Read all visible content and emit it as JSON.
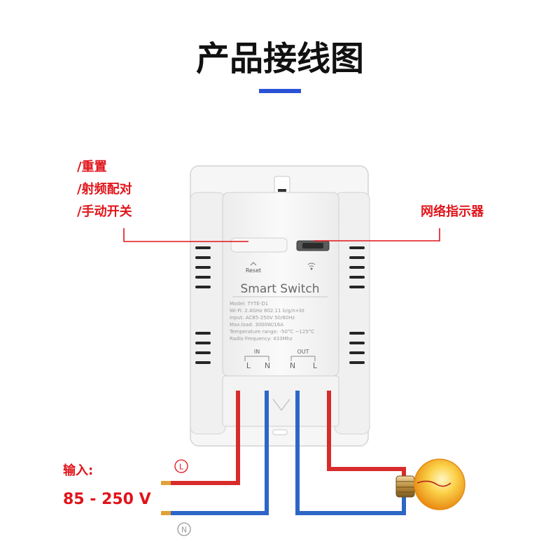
{
  "title": "产品接线图",
  "left_callouts": [
    "/重置",
    "/射频配对",
    "/手动开关"
  ],
  "right_callout": "网络指示器",
  "device": {
    "reset_label": "Reset",
    "name": "Smart Switch",
    "specs": [
      "Model: TYTE-D1",
      "Wi-Fi: 2.4GHz  802.11 b/g/n+bt",
      "Input: AC85-250V 50/60Hz",
      "Max.load: 3000W/16A",
      "Temperature range: -50°C ~125°C",
      "Radio Frequency: 433Mhz"
    ],
    "in_label": "IN",
    "out_label": "OUT",
    "in_terminals": [
      "L",
      "N"
    ],
    "out_terminals": [
      "N",
      "L"
    ]
  },
  "input_label": "输入:",
  "voltage": "85 - 250 V",
  "wire_l_label": "L",
  "wire_n_label": "N",
  "colors": {
    "title": "#111111",
    "accent_bar": "#2a52d6",
    "callout": "#e0141a",
    "wire_live": "#d92b2b",
    "wire_neutral": "#2d66c7",
    "device_body": "#f4f4f4",
    "device_outline": "#cfcfcf",
    "bulb": "#f7b531"
  }
}
